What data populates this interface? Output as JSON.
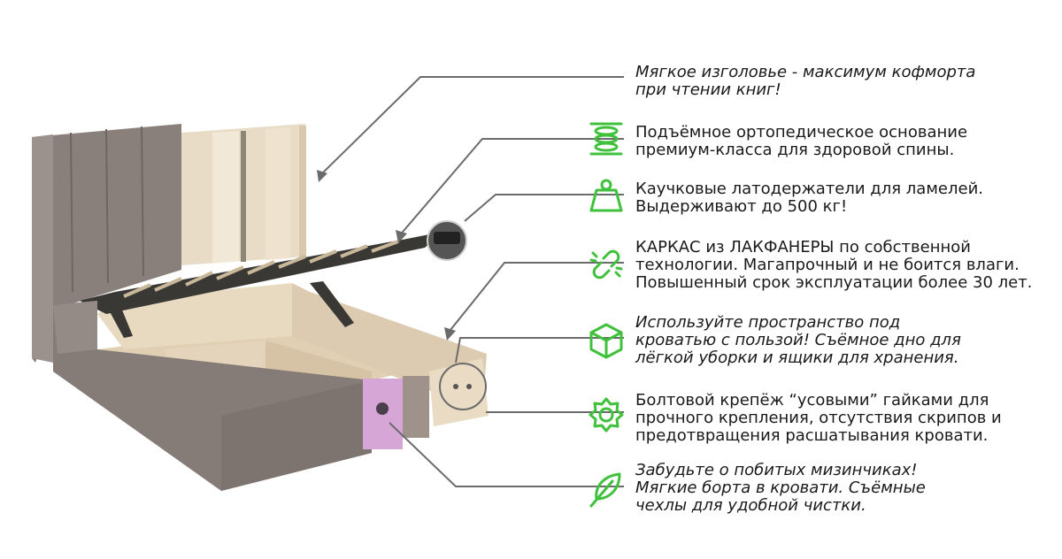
{
  "accent_color": "#3fc13c",
  "features": [
    {
      "icon": "none",
      "lines": [
        "Мягкое изголовье - максимум кофморта",
        "при чтении книг!"
      ]
    },
    {
      "icon": "spring-icon",
      "lines": [
        "Подъёмное ортопедическое основание",
        "премиум-класса для здоровой спины."
      ]
    },
    {
      "icon": "weight-icon",
      "lines": [
        "Каучковые латодержатели для ламелей.",
        "Выдерживают до 500 кг!"
      ]
    },
    {
      "icon": "broken-link-icon",
      "lines": [
        "КАРКАС из ЛАКФАНЕРЫ по собственной",
        "технологии. Магапрочный и не боится влаги.",
        "Повышенный срок эксплуатации более 30 лет."
      ]
    },
    {
      "icon": "box-icon",
      "lines": [
        "Используйте пространство под",
        "кроватью с пользой! Съёмное дно для",
        "лёгкой уборки и ящики для хранения."
      ]
    },
    {
      "icon": "gear-icon",
      "lines": [
        "Болтовой крепёж “усовыми” гайками для",
        "прочного крепления, отсутствия скрипов и",
        "предотвращения расшатывания кровати."
      ]
    },
    {
      "icon": "feather-icon",
      "lines": [
        "Забудьте о побитых мизинчиках!",
        "Мягкие борта в кровати. Съёмные",
        "чехлы для удобной чистки."
      ]
    }
  ]
}
